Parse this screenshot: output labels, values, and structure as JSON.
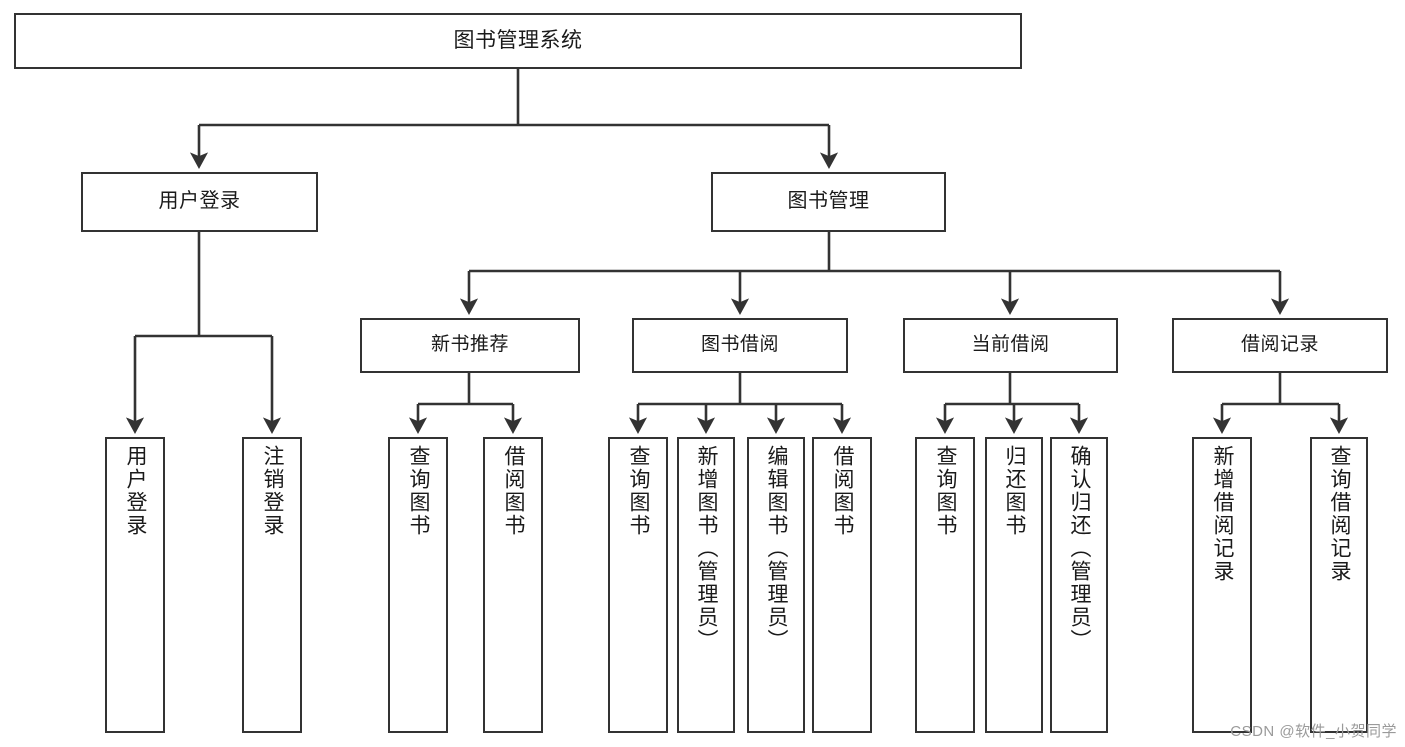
{
  "diagram": {
    "type": "tree-hierarchy",
    "title": "图书管理系统",
    "watermark": "CSDN @软件_小贺同学",
    "colors": {
      "box_border": "#333333",
      "box_fill": "#ffffff",
      "edge": "#333333",
      "text": "#1a1a1a",
      "watermark": "#9a9a9a",
      "background": "#ffffff"
    },
    "nodes": {
      "root": {
        "label": "图书管理系统"
      },
      "level1": [
        {
          "label": "用户登录"
        },
        {
          "label": "图书管理"
        }
      ],
      "level2": [
        {
          "label": "新书推荐"
        },
        {
          "label": "图书借阅"
        },
        {
          "label": "当前借阅"
        },
        {
          "label": "借阅记录"
        }
      ],
      "leaves": {
        "user_login": [
          {
            "label": "用户登录"
          },
          {
            "label": "注销登录"
          }
        ],
        "new_book_recommend": [
          {
            "label": "查询图书"
          },
          {
            "label": "借阅图书"
          }
        ],
        "book_borrow": [
          {
            "label": "查询图书"
          },
          {
            "label": "新增图书（管理员）"
          },
          {
            "label": "编辑图书（管理员）"
          },
          {
            "label": "借阅图书"
          }
        ],
        "current_borrow": [
          {
            "label": "查询图书"
          },
          {
            "label": "归还图书"
          },
          {
            "label": "确认归还（管理员）"
          }
        ],
        "borrow_records": [
          {
            "label": "新增借阅记录"
          },
          {
            "label": "查询借阅记录"
          }
        ]
      }
    }
  }
}
